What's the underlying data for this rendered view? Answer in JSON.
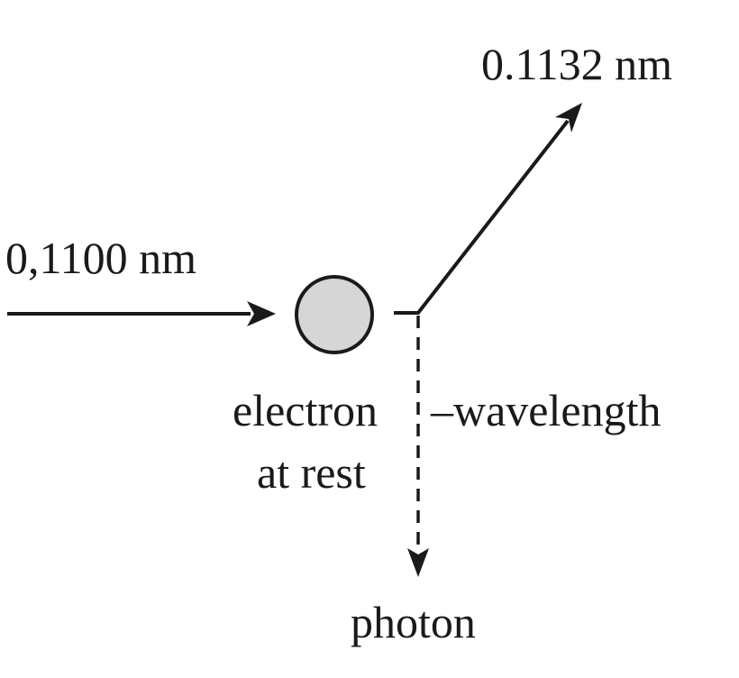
{
  "labels": {
    "incident_wavelength": "0,1100 nm",
    "scattered_wavelength": "0.1132 nm",
    "electron_line1": "electron",
    "electron_line2": "at rest",
    "wavelength": "–wavelength",
    "photon": "photon"
  },
  "colors": {
    "ink": "#1a1a1a",
    "electron_fill": "#d6d6d6"
  }
}
